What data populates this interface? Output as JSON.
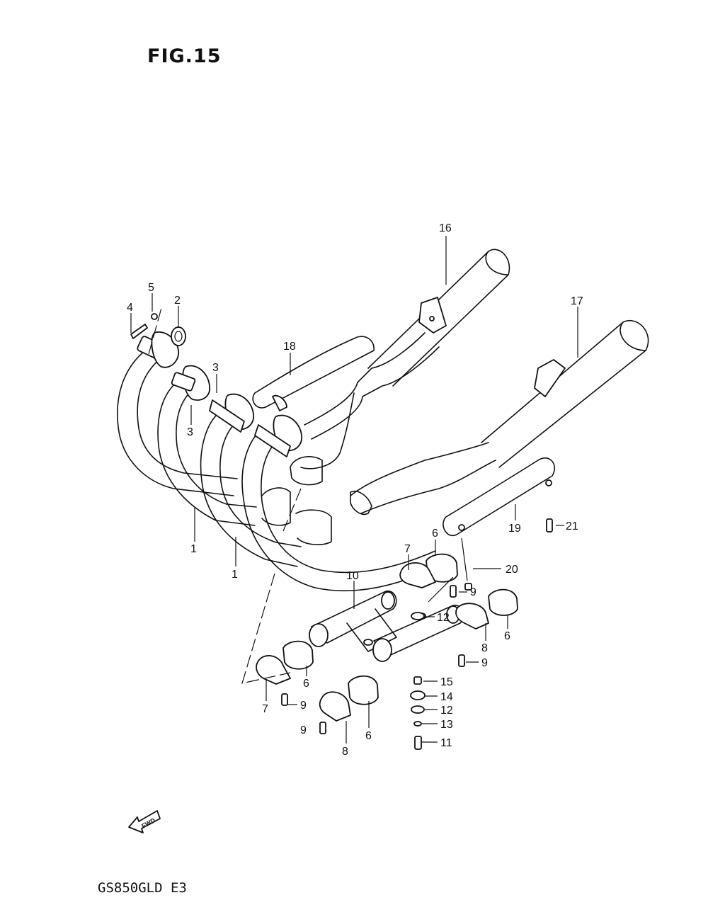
{
  "figure": {
    "title": "FIG.15",
    "model_code": "GS850GLD E3",
    "direction_label": "FWD"
  },
  "callouts": [
    {
      "id": "c1a",
      "label": "1"
    },
    {
      "id": "c1b",
      "label": "1"
    },
    {
      "id": "c2",
      "label": "2"
    },
    {
      "id": "c3a",
      "label": "3"
    },
    {
      "id": "c3b",
      "label": "3"
    },
    {
      "id": "c4",
      "label": "4"
    },
    {
      "id": "c5",
      "label": "5"
    },
    {
      "id": "c6a",
      "label": "6"
    },
    {
      "id": "c6b",
      "label": "6"
    },
    {
      "id": "c6c",
      "label": "6"
    },
    {
      "id": "c6d",
      "label": "6"
    },
    {
      "id": "c7a",
      "label": "7"
    },
    {
      "id": "c7b",
      "label": "7"
    },
    {
      "id": "c8a",
      "label": "8"
    },
    {
      "id": "c8b",
      "label": "8"
    },
    {
      "id": "c9a",
      "label": "9"
    },
    {
      "id": "c9b",
      "label": "9"
    },
    {
      "id": "c9c",
      "label": "9"
    },
    {
      "id": "c9d",
      "label": "9"
    },
    {
      "id": "c10",
      "label": "10"
    },
    {
      "id": "c11",
      "label": "11"
    },
    {
      "id": "c12a",
      "label": "12"
    },
    {
      "id": "c12b",
      "label": "12"
    },
    {
      "id": "c13",
      "label": "13"
    },
    {
      "id": "c14",
      "label": "14"
    },
    {
      "id": "c15",
      "label": "15"
    },
    {
      "id": "c16",
      "label": "16"
    },
    {
      "id": "c17",
      "label": "17"
    },
    {
      "id": "c18",
      "label": "18"
    },
    {
      "id": "c19",
      "label": "19"
    },
    {
      "id": "c20",
      "label": "20"
    },
    {
      "id": "c21",
      "label": "21"
    }
  ]
}
